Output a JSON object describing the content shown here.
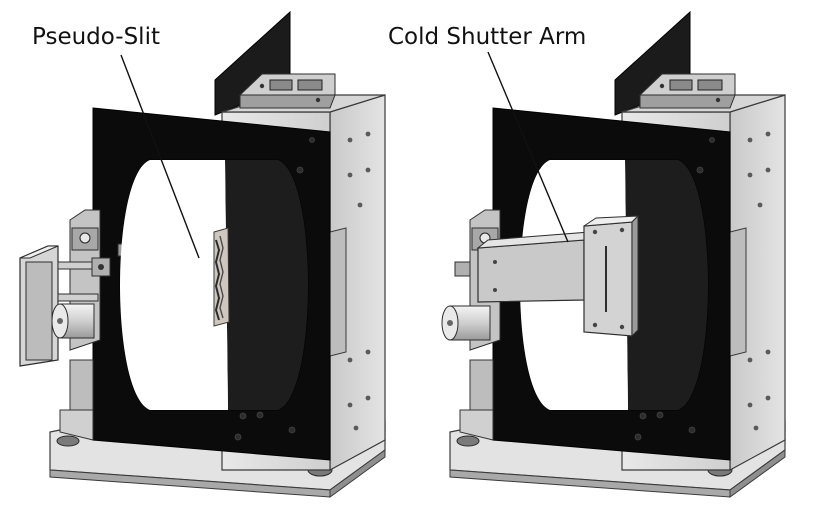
{
  "callouts": {
    "left": "Pseudo-Slit",
    "right": "Cold Shutter Arm"
  },
  "colors": {
    "plate": "#0a0a0a",
    "metal_light": "#d9d9d9",
    "metal_mid": "#b8b8b8",
    "metal_dark": "#8c8c8c",
    "edge": "#3a3a3a",
    "slit": "#cfc6bd"
  },
  "views": [
    {
      "name": "pseudo-slit-view"
    },
    {
      "name": "cold-shutter-arm-view"
    }
  ]
}
